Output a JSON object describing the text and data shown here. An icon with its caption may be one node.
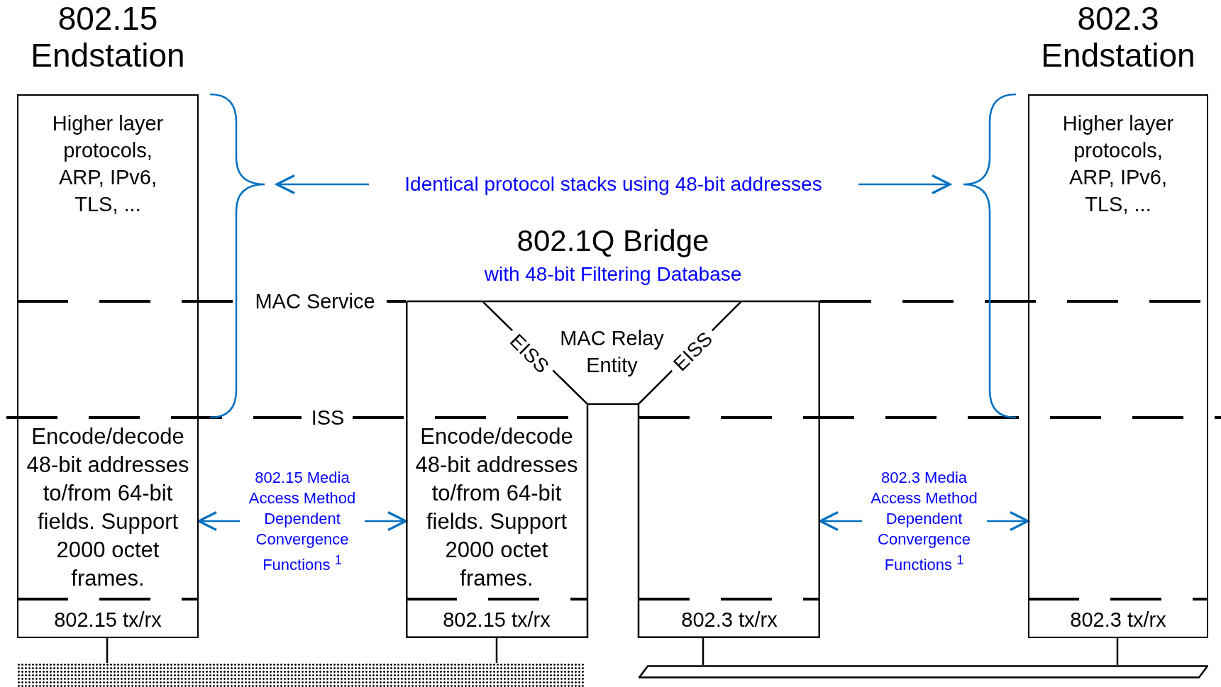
{
  "diagram": {
    "nodes": [
      {
        "text": [
          "802.15 Endstation"
        ]
      },
      {
        "text": [
          "Higher layer protocols, ARP, IPv6, TLS, ..."
        ],
        "in": 0
      },
      {
        "text": [
          "Encode/decode 48-bit addresses to/from 64-bit fields. Support 2000 octet frames."
        ],
        "in": 0
      },
      {
        "text": [
          "802.15 tx/rx"
        ],
        "in": 0
      },
      {
        "text": [
          "802.1Q Bridge",
          "with 48-bit Filtering Database"
        ]
      },
      {
        "text": [
          "MAC Relay Entity"
        ],
        "in": 4
      },
      {
        "text": [
          "Encode/decode 48-bit addresses to/from 64-bit fields. Support 2000 octet frames."
        ],
        "in": 4
      },
      {
        "text": [
          "802.15 tx/rx"
        ],
        "in": 4
      },
      {
        "text": [
          "802.3 tx/rx"
        ],
        "in": 4
      },
      {
        "text": [
          "802.3 Endstation"
        ]
      },
      {
        "text": [
          "Higher layer protocols, ARP, IPv6, TLS, ..."
        ],
        "in": 9
      },
      {
        "text": [
          "802.3 tx/rx"
        ],
        "in": 9
      },
      {
        "text": [],
        "shape": "bar"
      },
      {
        "text": [],
        "shape": "bar"
      }
    ],
    "edges": [
      {
        "from": 1,
        "to": 10,
        "arrow": "both",
        "label": "Identical protocol stacks using 48-bit addresses",
        "color": "#0070c0"
      },
      {
        "from": 2,
        "to": 4,
        "arrow": "both",
        "label": "802.15 Media Access Method Dependent Convergence Functions $^{1}$",
        "color": "#0070c0"
      },
      {
        "from": 4,
        "to": 9,
        "arrow": "both",
        "label": "802.3 Media Access Method Dependent Convergence Functions $^{1}$",
        "color": "#0070c0"
      },
      {
        "from": 3,
        "to": 12,
        "arrow": "none"
      },
      {
        "from": 7,
        "to": 12,
        "arrow": "none"
      },
      {
        "from": 8,
        "to": 13,
        "arrow": "none"
      },
      {
        "from": 11,
        "to": 13,
        "arrow": "none"
      }
    ],
    "labels": [
      "MAC Service",
      "ISS",
      "EISS",
      "EISS"
    ]
  }
}
